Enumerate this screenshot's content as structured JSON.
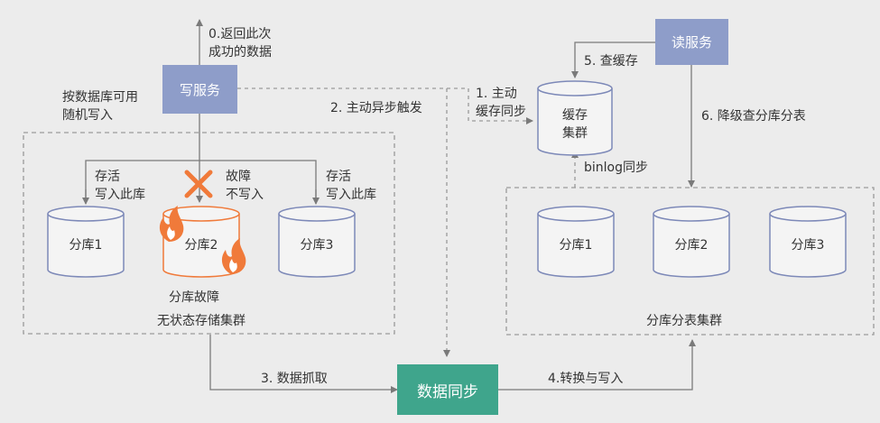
{
  "write_service": {
    "label": "写服务"
  },
  "read_service": {
    "label": "读服务"
  },
  "data_sync": {
    "label": "数据同步"
  },
  "stateless_cluster": {
    "label": "无状态存储集群",
    "shards": [
      "分库1",
      "分库2",
      "分库3"
    ],
    "fault_caption": "分库故障"
  },
  "shard_cluster": {
    "label": "分库分表集群",
    "shards": [
      "分库1",
      "分库2",
      "分库3"
    ]
  },
  "cache_cluster": {
    "label_line1": "缓存",
    "label_line2": "集群"
  },
  "steps": {
    "s0_line1": "0.返回此次",
    "s0_line2": "成功的数据",
    "s1_line1": "1. 主动",
    "s1_line2": "缓存同步",
    "s2": "2. 主动异步触发",
    "s3": "3. 数据抓取",
    "s4": "4.转换与写入",
    "s5": "5. 查缓存",
    "s6": "6. 降级查分库分表",
    "binlog": "binlog同步"
  },
  "notes": {
    "random_write_line1": "按数据库可用",
    "random_write_line2": "随机写入",
    "alive1_line1": "存活",
    "alive1_line2": "写入此库",
    "fault_line1": "故障",
    "fault_line2": "不写入",
    "alive3_line1": "存活",
    "alive3_line2": "写入此库"
  },
  "colors": {
    "service_blue": "#8e9dc9",
    "sync_green": "#3fa58c",
    "fault_orange": "#f07a3a",
    "cylinder_stroke": "#7d89b8",
    "line": "#8a8a8a"
  }
}
